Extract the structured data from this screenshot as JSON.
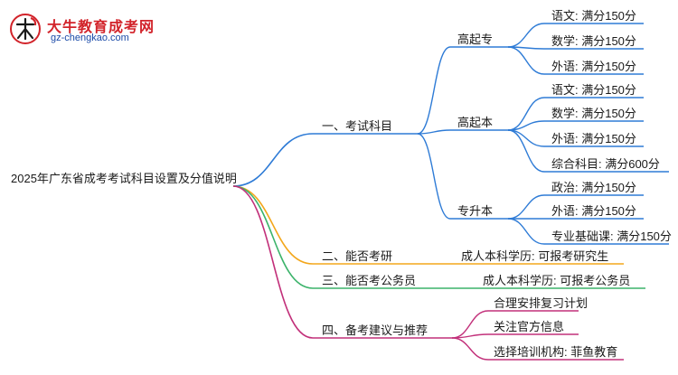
{
  "logo": {
    "title": "大牛教育成考网",
    "url": "gz-chengkao.com"
  },
  "colors": {
    "blue": "#2e7bd6",
    "orange": "#f3a71c",
    "green": "#3bb36a",
    "magenta": "#c2307a",
    "root_trunk": "#2e7bd6"
  },
  "root": {
    "label": "2025年广东省成考考试科目设置及分值说明"
  },
  "branches": [
    {
      "label": "一、考试科目",
      "color": "blue",
      "children": [
        {
          "label": "高起专",
          "children": [
            "语文: 满分150分",
            "数学: 满分150分",
            "外语: 满分150分"
          ]
        },
        {
          "label": "高起本",
          "children": [
            "语文: 满分150分",
            "数学: 满分150分",
            "外语: 满分150分",
            "综合科目: 满分600分"
          ]
        },
        {
          "label": "专升本",
          "children": [
            "政治: 满分150分",
            "外语: 满分150分",
            "专业基础课: 满分150分"
          ]
        }
      ]
    },
    {
      "label": "二、能否考研",
      "color": "orange",
      "leaf": "成人本科学历: 可报考研究生"
    },
    {
      "label": "三、能否考公务员",
      "color": "green",
      "leaf": "成人本科学历: 可报考公务员"
    },
    {
      "label": "四、备考建议与推荐",
      "color": "magenta",
      "children": [
        "合理安排复习计划",
        "关注官方信息",
        "选择培训机构: 菲鱼教育"
      ]
    }
  ]
}
